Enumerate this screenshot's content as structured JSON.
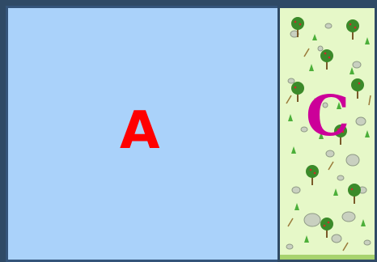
{
  "board": {
    "regions": [
      {
        "id": "A",
        "label": "A",
        "terrain": "water",
        "color": "#aad2fa"
      },
      {
        "id": "C",
        "label": "C",
        "terrain": "forest",
        "color": "#e6f8c8"
      }
    ],
    "label_colors": {
      "A": "#ff0000",
      "C": "#cc0099"
    },
    "border_color": "#34547a"
  }
}
